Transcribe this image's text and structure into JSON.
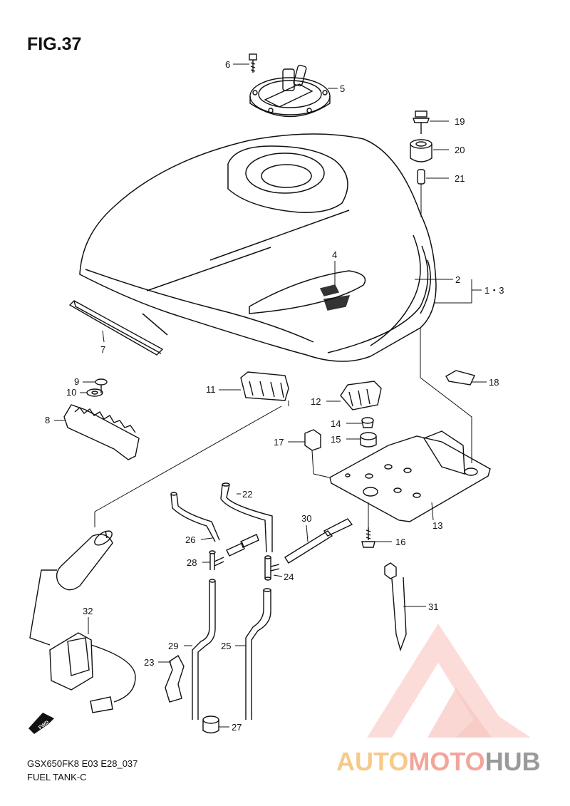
{
  "figure": {
    "title": "FIG.37",
    "model_code": "GSX650FK8 E03 E28_037",
    "section_name": "FUEL TANK-C"
  },
  "callouts": {
    "c1_3": "1・3",
    "c2": "2",
    "c4": "4",
    "c5": "5",
    "c6": "6",
    "c7": "7",
    "c8": "8",
    "c9": "9",
    "c10": "10",
    "c11": "11",
    "c12": "12",
    "c13": "13",
    "c14": "14",
    "c15": "15",
    "c16": "16",
    "c17": "17",
    "c18": "18",
    "c19": "19",
    "c20": "20",
    "c21": "21",
    "c22": "22",
    "c23": "23",
    "c24": "24",
    "c25": "25",
    "c26": "26",
    "c27": "27",
    "c28": "28",
    "c29": "29",
    "c30": "30",
    "c31": "31",
    "c32": "32"
  },
  "direction_label": "FWD",
  "watermark": {
    "part1": "AUTO",
    "part2": "MOTO",
    "part3": "HUB",
    "colors": {
      "auto": "#f7c98a",
      "moto": "#f4a59a",
      "hub": "#9a9a9a",
      "logo": "#f4877c"
    }
  }
}
